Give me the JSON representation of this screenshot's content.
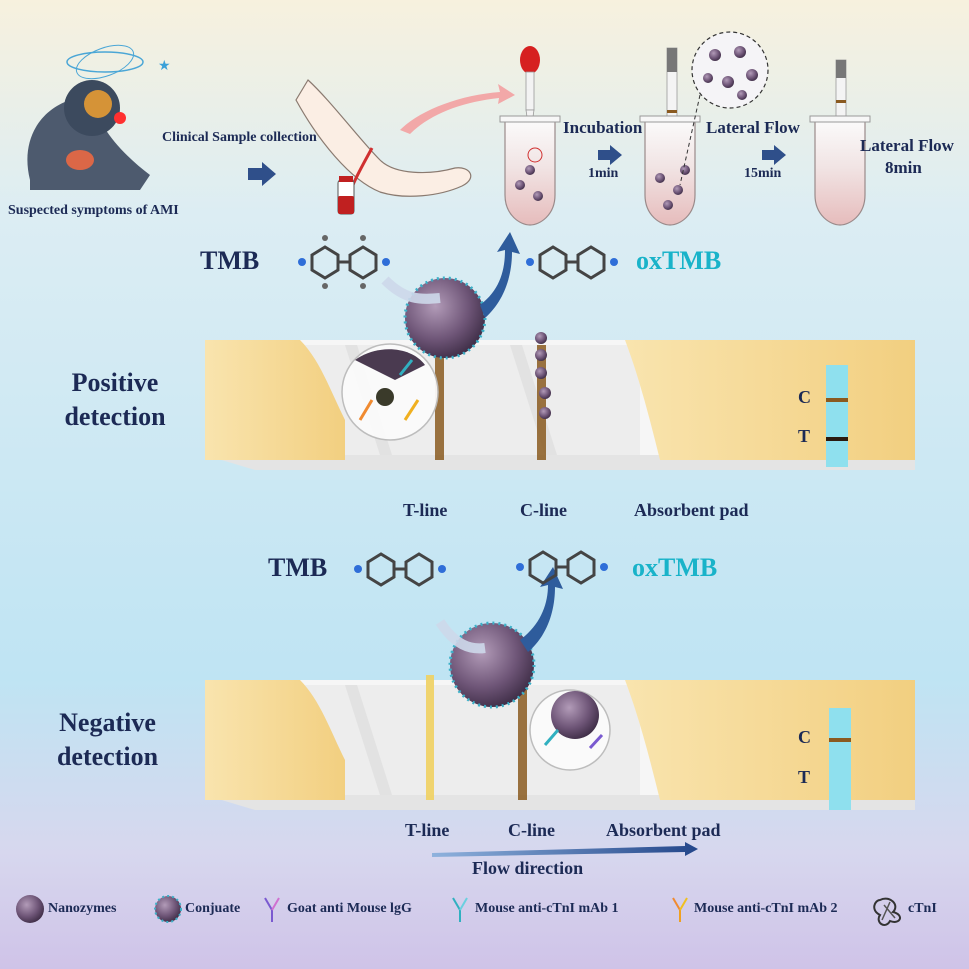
{
  "top": {
    "symptoms_caption": "Suspected symptoms of AMI",
    "sample_caption": "Clinical Sample collection",
    "step1_label": "Incubation",
    "step1_time": "1min",
    "step2_label": "Lateral Flow",
    "step2_time": "15min",
    "step3_label": "Lateral Flow",
    "step3_time": "8min"
  },
  "positive": {
    "title_line1": "Positive",
    "title_line2": "detection",
    "substrate": "TMB",
    "product": "oxTMB",
    "t_line": "T-line",
    "c_line": "C-line",
    "absorbent": "Absorbent pad",
    "strip_c": "C",
    "strip_t": "T"
  },
  "negative": {
    "title_line1": "Negative",
    "title_line2": "detection",
    "substrate": "TMB",
    "product": "oxTMB",
    "t_line": "T-line",
    "c_line": "C-line",
    "absorbent": "Absorbent pad",
    "strip_c": "C",
    "strip_t": "T",
    "flow": "Flow direction"
  },
  "legend": [
    {
      "label": "Nanozymes",
      "icon": "nanozyme-sphere-icon"
    },
    {
      "label": "Conjuate",
      "icon": "conjugate-sphere-icon"
    },
    {
      "label": "Goat anti Mouse lgG",
      "icon": "goat-antibody-icon"
    },
    {
      "label": "Mouse anti-cTnI mAb 1",
      "icon": "mab1-antibody-icon"
    },
    {
      "label": "Mouse anti-cTnI mAb 2",
      "icon": "mab2-antibody-icon"
    },
    {
      "label": "cTnI",
      "icon": "ctni-protein-icon"
    }
  ],
  "colors": {
    "navy": "#1c2a55",
    "cyan": "#19b3c9",
    "strip_blue": "#8fe0ee",
    "band_brown": "#8a5a20",
    "band_dark": "#2a1a10",
    "pad_yellow": "#f6dc9a",
    "nanozyme_purple": "#6e5577"
  }
}
